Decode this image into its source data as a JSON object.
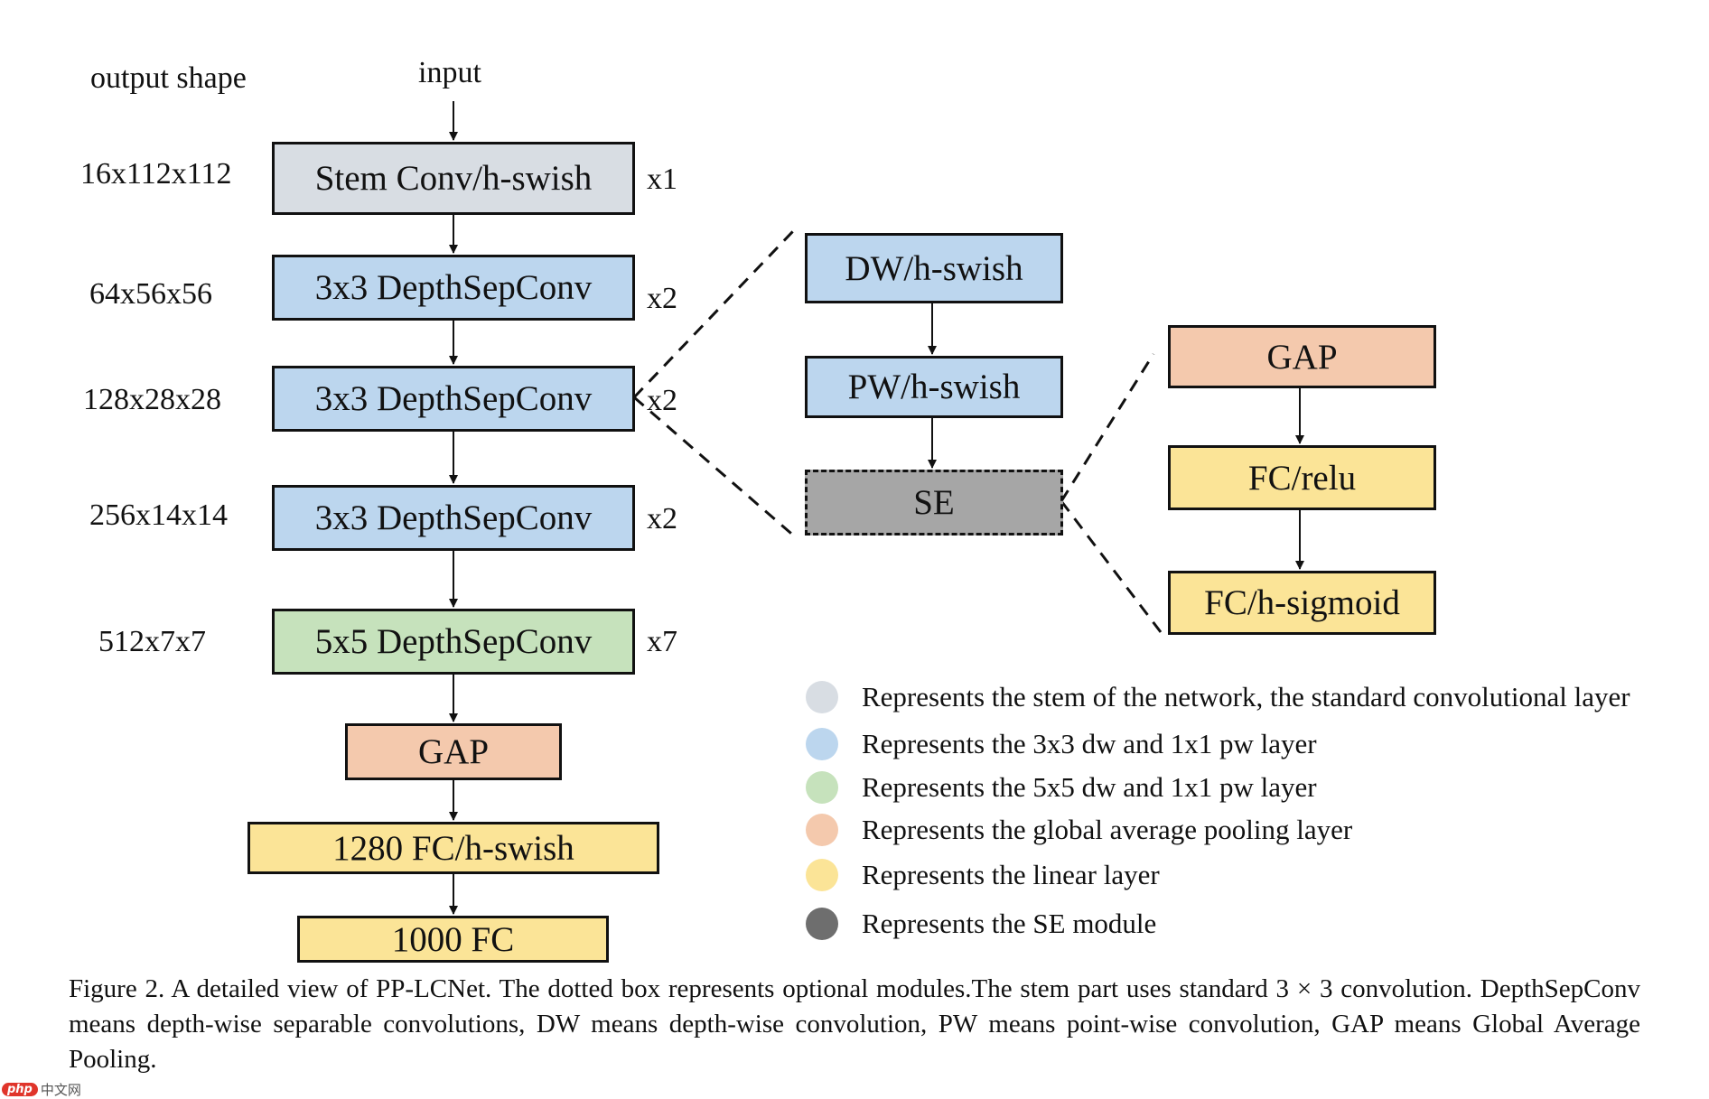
{
  "header": {
    "output_shape_label": "output shape",
    "input_label": "input"
  },
  "main_stack": [
    {
      "shape": "16x112x112",
      "label": "Stem Conv/h-swish",
      "repeat": "x1"
    },
    {
      "shape": "64x56x56",
      "label": "3x3 DepthSepConv",
      "repeat": "x2"
    },
    {
      "shape": "128x28x28",
      "label": "3x3 DepthSepConv",
      "repeat": "x2"
    },
    {
      "shape": "256x14x14",
      "label": "3x3 DepthSepConv",
      "repeat": "x2"
    },
    {
      "shape": "512x7x7",
      "label": "5x5 DepthSepConv",
      "repeat": "x7"
    }
  ],
  "head": {
    "gap": "GAP",
    "fc1": "1280 FC/h-swish",
    "fc2": "1000 FC"
  },
  "depthsep_detail": {
    "dw": "DW/h-swish",
    "pw": "PW/h-swish",
    "se": "SE"
  },
  "se_detail": {
    "gap": "GAP",
    "fc_relu": "FC/relu",
    "fc_sigmoid": "FC/h-sigmoid"
  },
  "legend": [
    {
      "color": "#d8dde3",
      "text": "Represents the stem of the network, the standard convolutional layer"
    },
    {
      "color": "#bcd6ee",
      "text": "Represents the 3x3 dw and 1x1 pw layer"
    },
    {
      "color": "#c6e2bc",
      "text": "Represents the 5x5 dw and 1x1 pw layer"
    },
    {
      "color": "#f4c9ad",
      "text": "Represents the global average pooling layer"
    },
    {
      "color": "#fbe497",
      "text": "Represents the linear layer"
    },
    {
      "color": "#6e6e6e",
      "text": "Represents the SE module"
    }
  ],
  "caption": "Figure 2. A detailed view of PP-LCNet. The dotted box represents optional modules.The stem part uses standard 3 × 3 convolution. DepthSepConv means depth-wise separable convolutions, DW means depth-wise convolution, PW means point-wise convolution, GAP means Global Average Pooling.",
  "watermark": {
    "brand": "php",
    "suffix": "中文网"
  }
}
